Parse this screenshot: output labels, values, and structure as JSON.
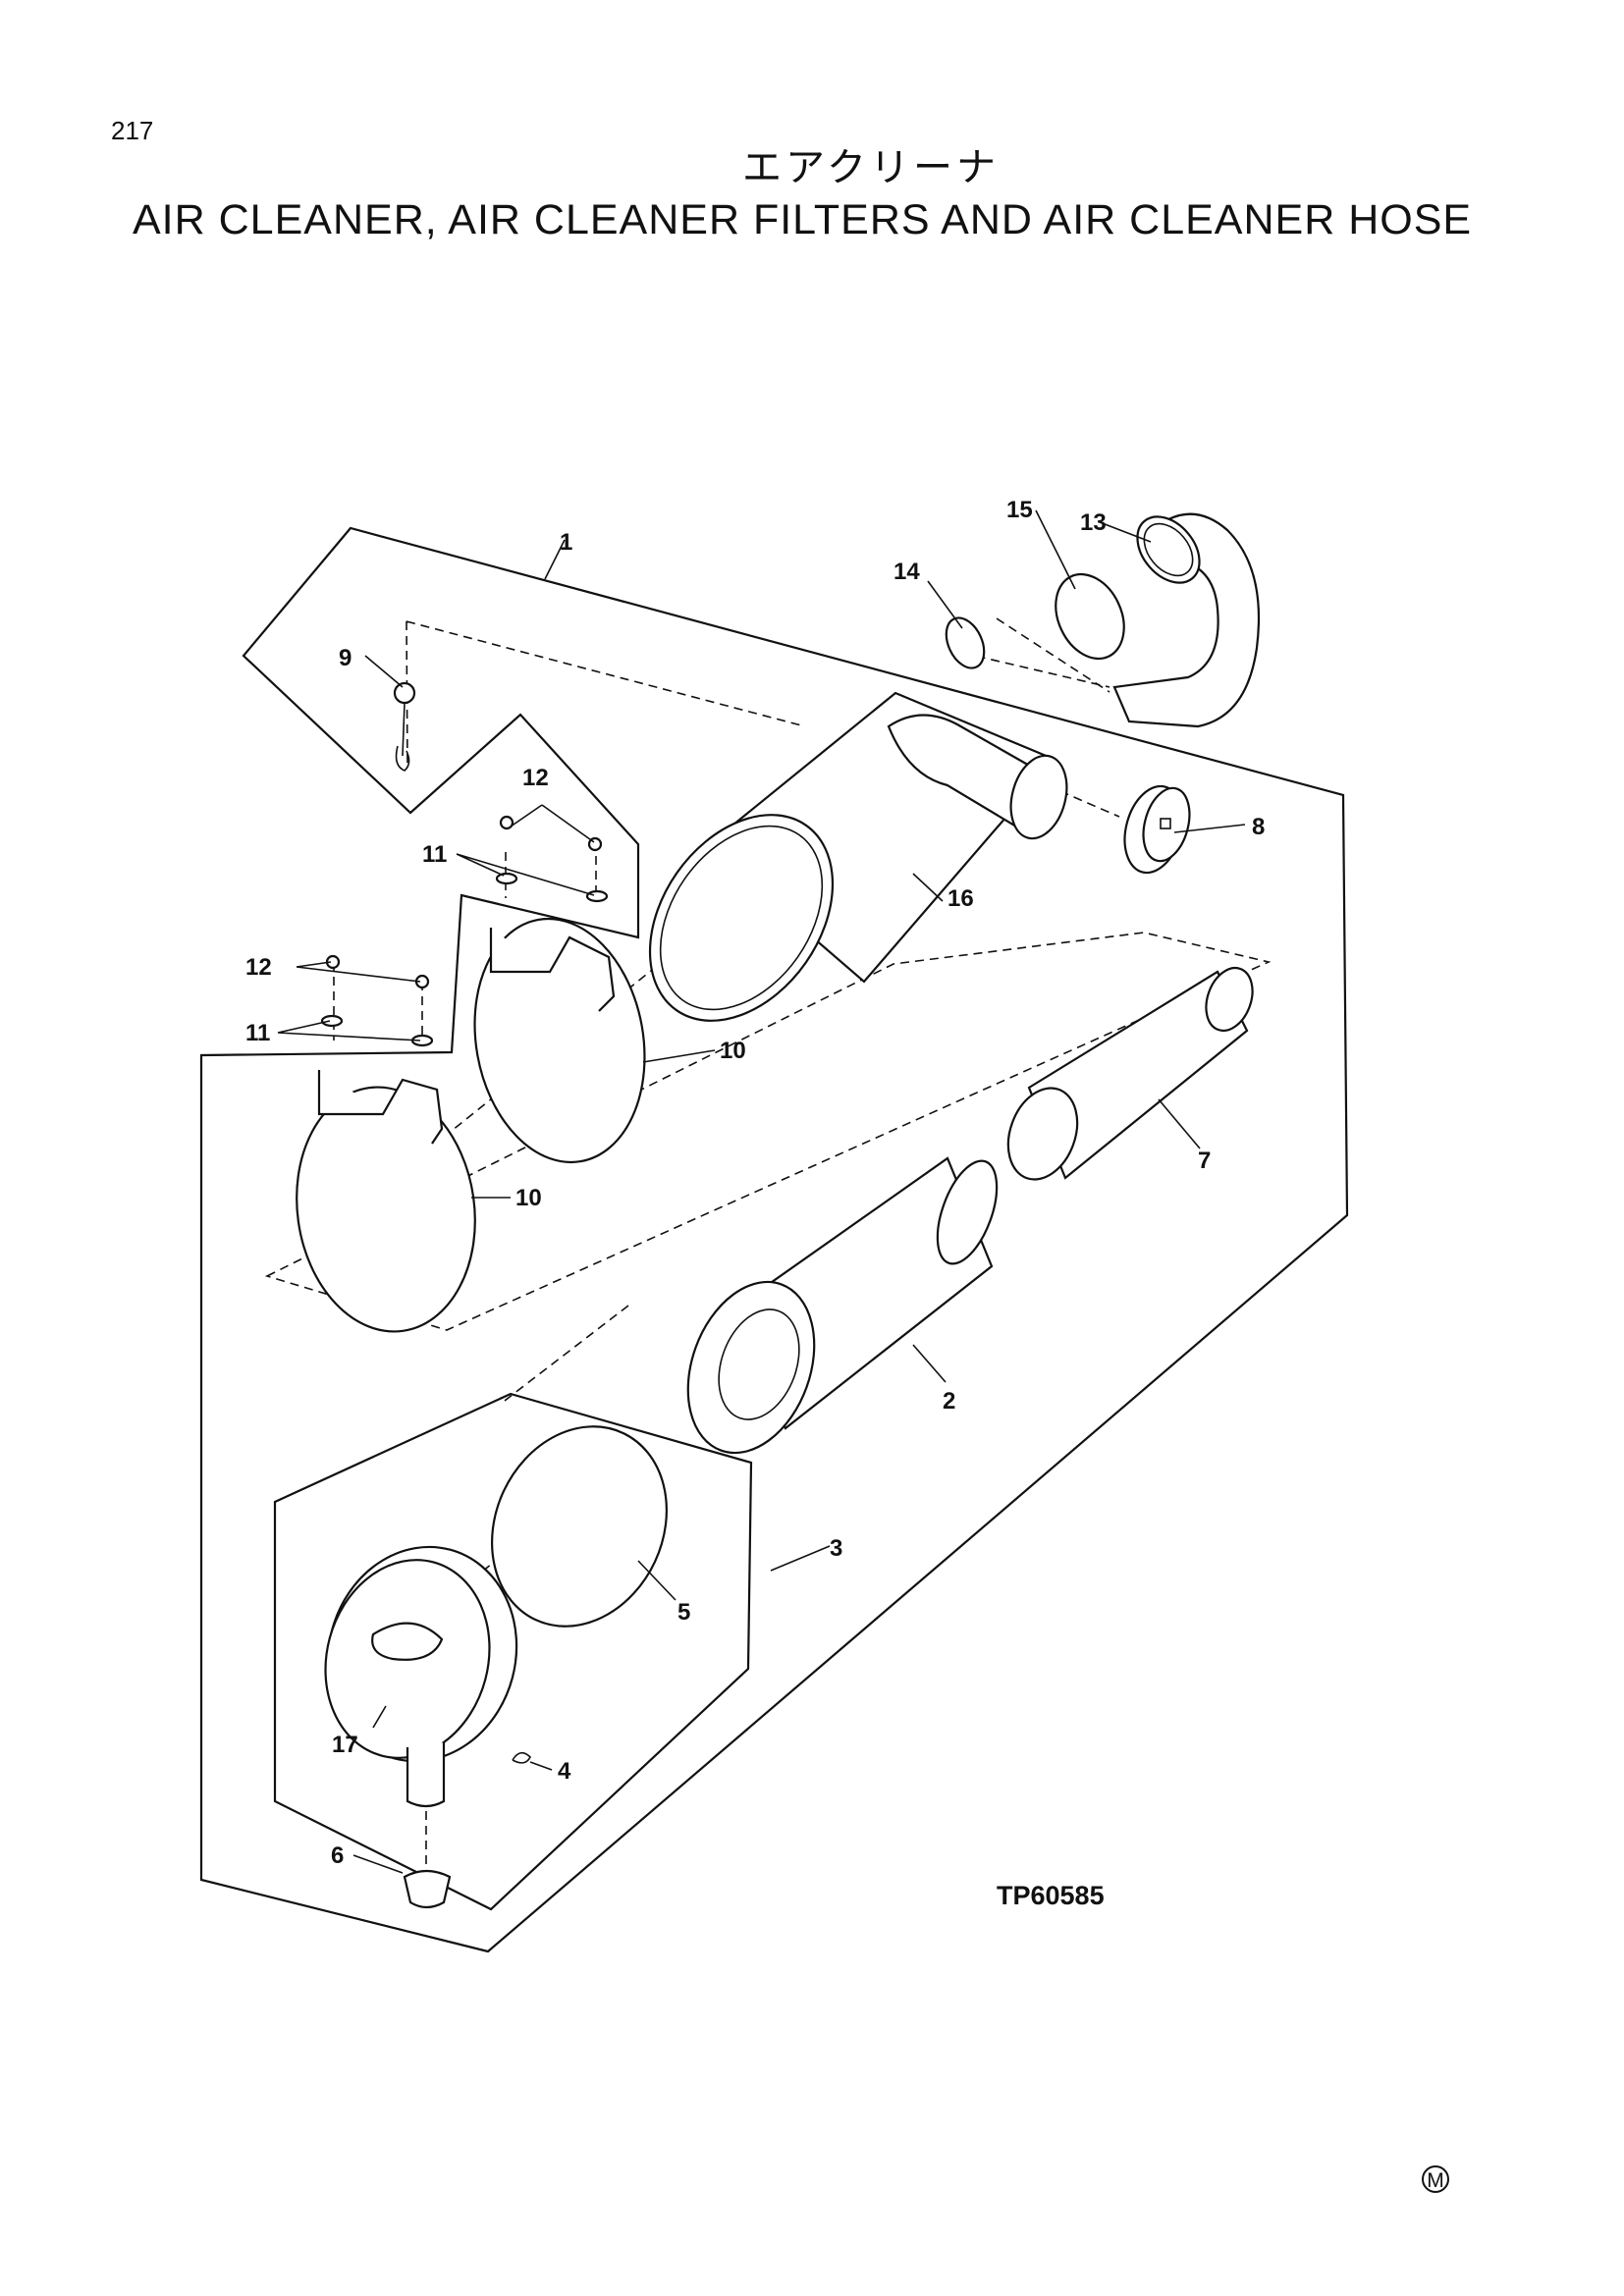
{
  "page": {
    "number": "217",
    "title_ja": "エアクリーナ",
    "title_en": "AIR CLEANER, AIR CLEANER FILTERS AND AIR CLEANER HOSE",
    "drawing_ref": "TP60585",
    "marker": "M"
  },
  "callouts": [
    {
      "id": "c1",
      "label": "1"
    },
    {
      "id": "c2",
      "label": "2"
    },
    {
      "id": "c3",
      "label": "3"
    },
    {
      "id": "c4",
      "label": "4"
    },
    {
      "id": "c5",
      "label": "5"
    },
    {
      "id": "c6",
      "label": "6"
    },
    {
      "id": "c7",
      "label": "7"
    },
    {
      "id": "c8",
      "label": "8"
    },
    {
      "id": "c9",
      "label": "9"
    },
    {
      "id": "c10a",
      "label": "10"
    },
    {
      "id": "c10b",
      "label": "10"
    },
    {
      "id": "c11a",
      "label": "11"
    },
    {
      "id": "c11b",
      "label": "11"
    },
    {
      "id": "c12a",
      "label": "12"
    },
    {
      "id": "c12b",
      "label": "12"
    },
    {
      "id": "c13",
      "label": "13"
    },
    {
      "id": "c14",
      "label": "14"
    },
    {
      "id": "c15",
      "label": "15"
    },
    {
      "id": "c16",
      "label": "16"
    },
    {
      "id": "c17",
      "label": "17"
    }
  ]
}
